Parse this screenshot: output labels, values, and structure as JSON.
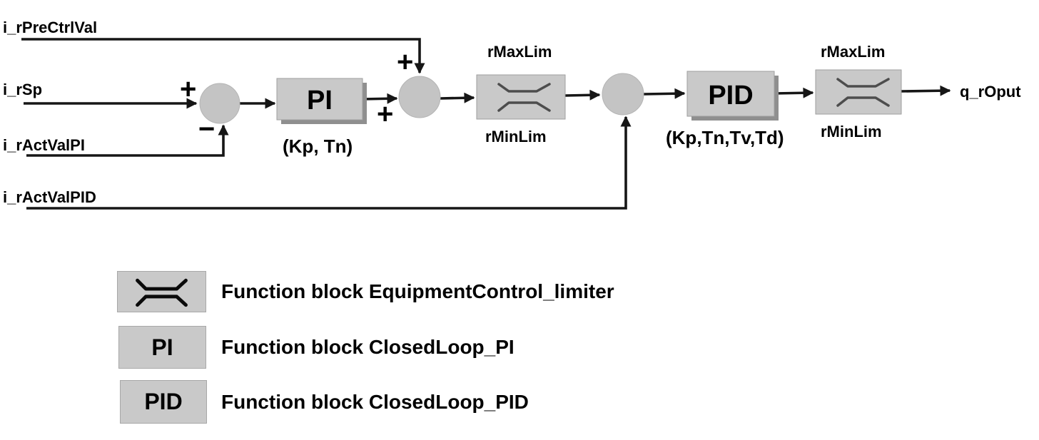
{
  "diagram": {
    "input_pre_ctrl_val": "i_rPreCtrlVal",
    "input_sp": "i_rSp",
    "input_act_val_pi": "i_rActValPI",
    "input_act_val_pid": "i_rActValPID",
    "output": "q_rOput",
    "pi_block": {
      "label": "PI",
      "params": "(Kp, Tn)"
    },
    "pid_block": {
      "label": "PID",
      "params": "(Kp,Tn,Tv,Td)"
    },
    "limiter1": {
      "max_label": "rMaxLim",
      "min_label": "rMinLim"
    },
    "limiter2": {
      "max_label": "rMaxLim",
      "min_label": "rMinLim"
    },
    "signs": {
      "plus": "+",
      "minus": "−"
    },
    "colors": {
      "block_fill": "#c9c9c9",
      "block_shadow": "#8f8f8f",
      "junction_fill": "#c4c4c4",
      "wire": "#161616",
      "limiter_symbol": "#4d4d4d",
      "text": "#000000"
    }
  },
  "legend": {
    "items": [
      {
        "symbol": "limiter",
        "label": "Function block EquipmentControl_limiter"
      },
      {
        "symbol": "PI",
        "label": "Function block ClosedLoop_PI"
      },
      {
        "symbol": "PID",
        "label": "Function block ClosedLoop_PID"
      }
    ]
  }
}
